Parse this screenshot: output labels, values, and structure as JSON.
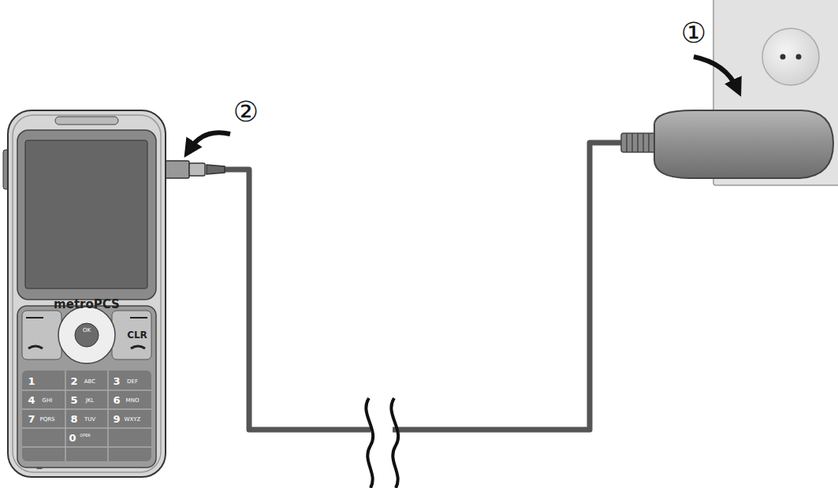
{
  "diagram": {
    "labels": [
      "①",
      "②",
      "metroPCS",
      "CLR",
      "OK",
      "1",
      "2",
      "ABC",
      "3",
      "DEF",
      "4",
      "GHI",
      "5",
      "JKL",
      "6",
      "MNO",
      "7",
      "PQRS",
      "8",
      "TUV",
      "9",
      "WXYZ",
      "0",
      "OPER"
    ]
  }
}
